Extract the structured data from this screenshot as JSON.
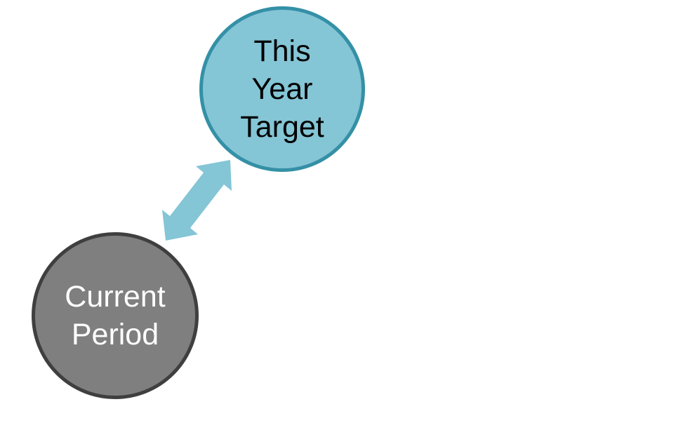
{
  "diagram": {
    "nodes": [
      {
        "id": "target",
        "text": "This\nYear\nTarget",
        "fill": "#84c5d6",
        "border": "#3490a6",
        "text_color": "#000000"
      },
      {
        "id": "current",
        "text": "Current\nPeriod",
        "fill": "#7f7f7f",
        "border": "#3f3f3f",
        "text_color": "#ffffff"
      }
    ],
    "connector": {
      "type": "double-headed-arrow",
      "from": "current",
      "to": "target",
      "color": "#84c5d6"
    }
  }
}
